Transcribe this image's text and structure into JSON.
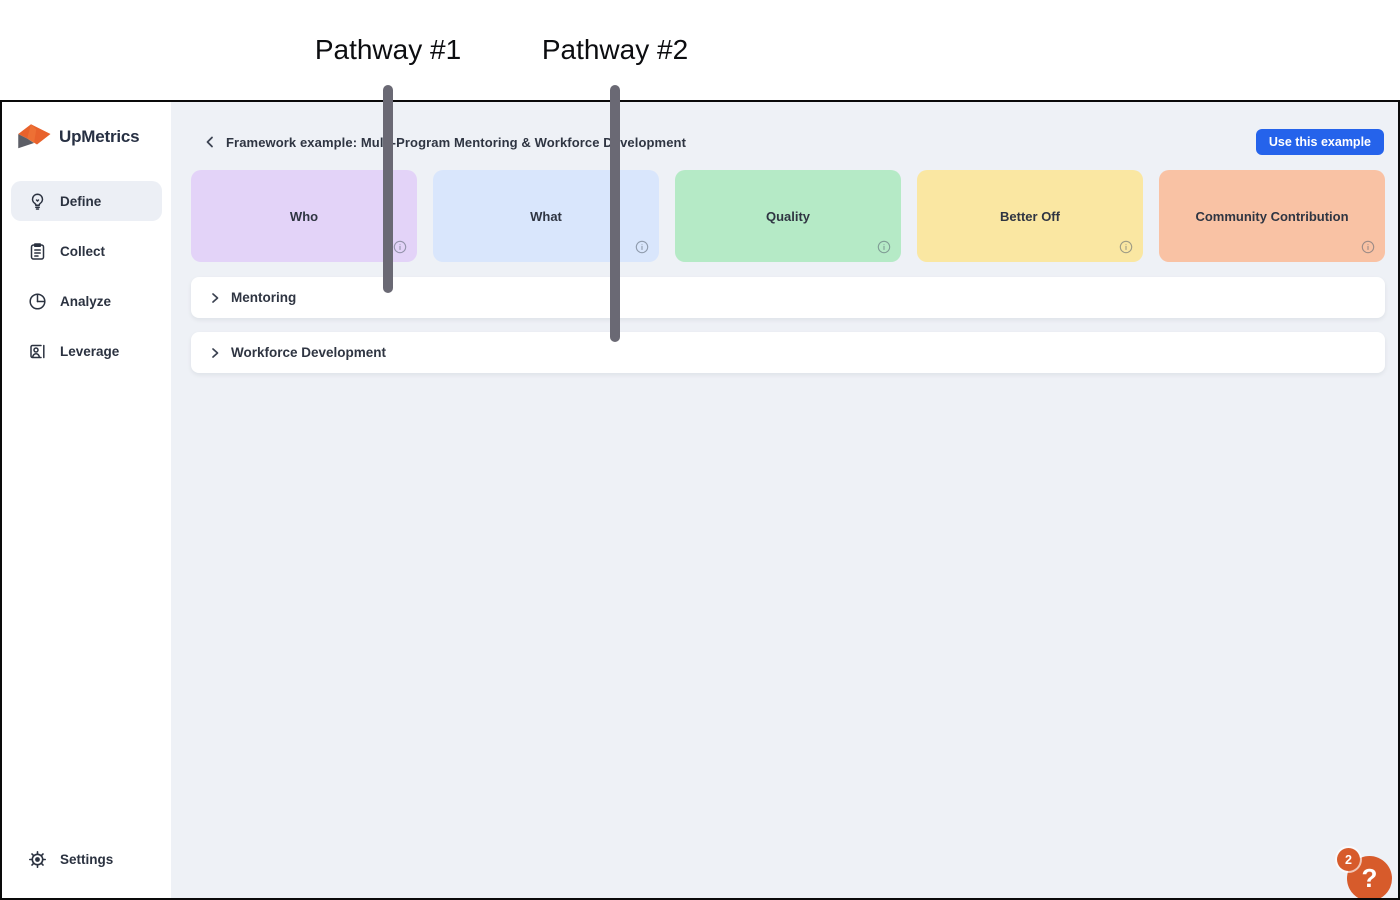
{
  "annotations": {
    "pathway_1": "Pathway #1",
    "pathway_2": "Pathway #2"
  },
  "colors": {
    "pathway_line": "#6a6974",
    "primary_button": "#2563eb",
    "help_orange": "#d75b2b",
    "sidebar_bg": "#ffffff",
    "main_bg": "#eef1f6"
  },
  "sidebar": {
    "logo_text": "UpMetrics",
    "items": [
      {
        "label": "Define",
        "icon": "lightbulb-icon",
        "active": true
      },
      {
        "label": "Collect",
        "icon": "clipboard-icon",
        "active": false
      },
      {
        "label": "Analyze",
        "icon": "pie-chart-icon",
        "active": false
      },
      {
        "label": "Leverage",
        "icon": "person-card-icon",
        "active": false
      }
    ],
    "settings_label": "Settings"
  },
  "header": {
    "back_icon": "chevron-left-icon",
    "title": "Framework example: Multi-Program Mentoring & Workforce Development",
    "action_label": "Use this example"
  },
  "framework_columns": [
    {
      "label": "Who",
      "color": "#e3d3f8"
    },
    {
      "label": "What",
      "color": "#d9e6fc"
    },
    {
      "label": "Quality",
      "color": "#b5eac6"
    },
    {
      "label": "Better Off",
      "color": "#fae7a2"
    },
    {
      "label": "Community Contribution",
      "color": "#f9c2a4"
    }
  ],
  "pathway_rows": [
    {
      "label": "Mentoring"
    },
    {
      "label": "Workforce Development"
    }
  ],
  "help": {
    "badge_count": "2",
    "button_label": "?"
  }
}
